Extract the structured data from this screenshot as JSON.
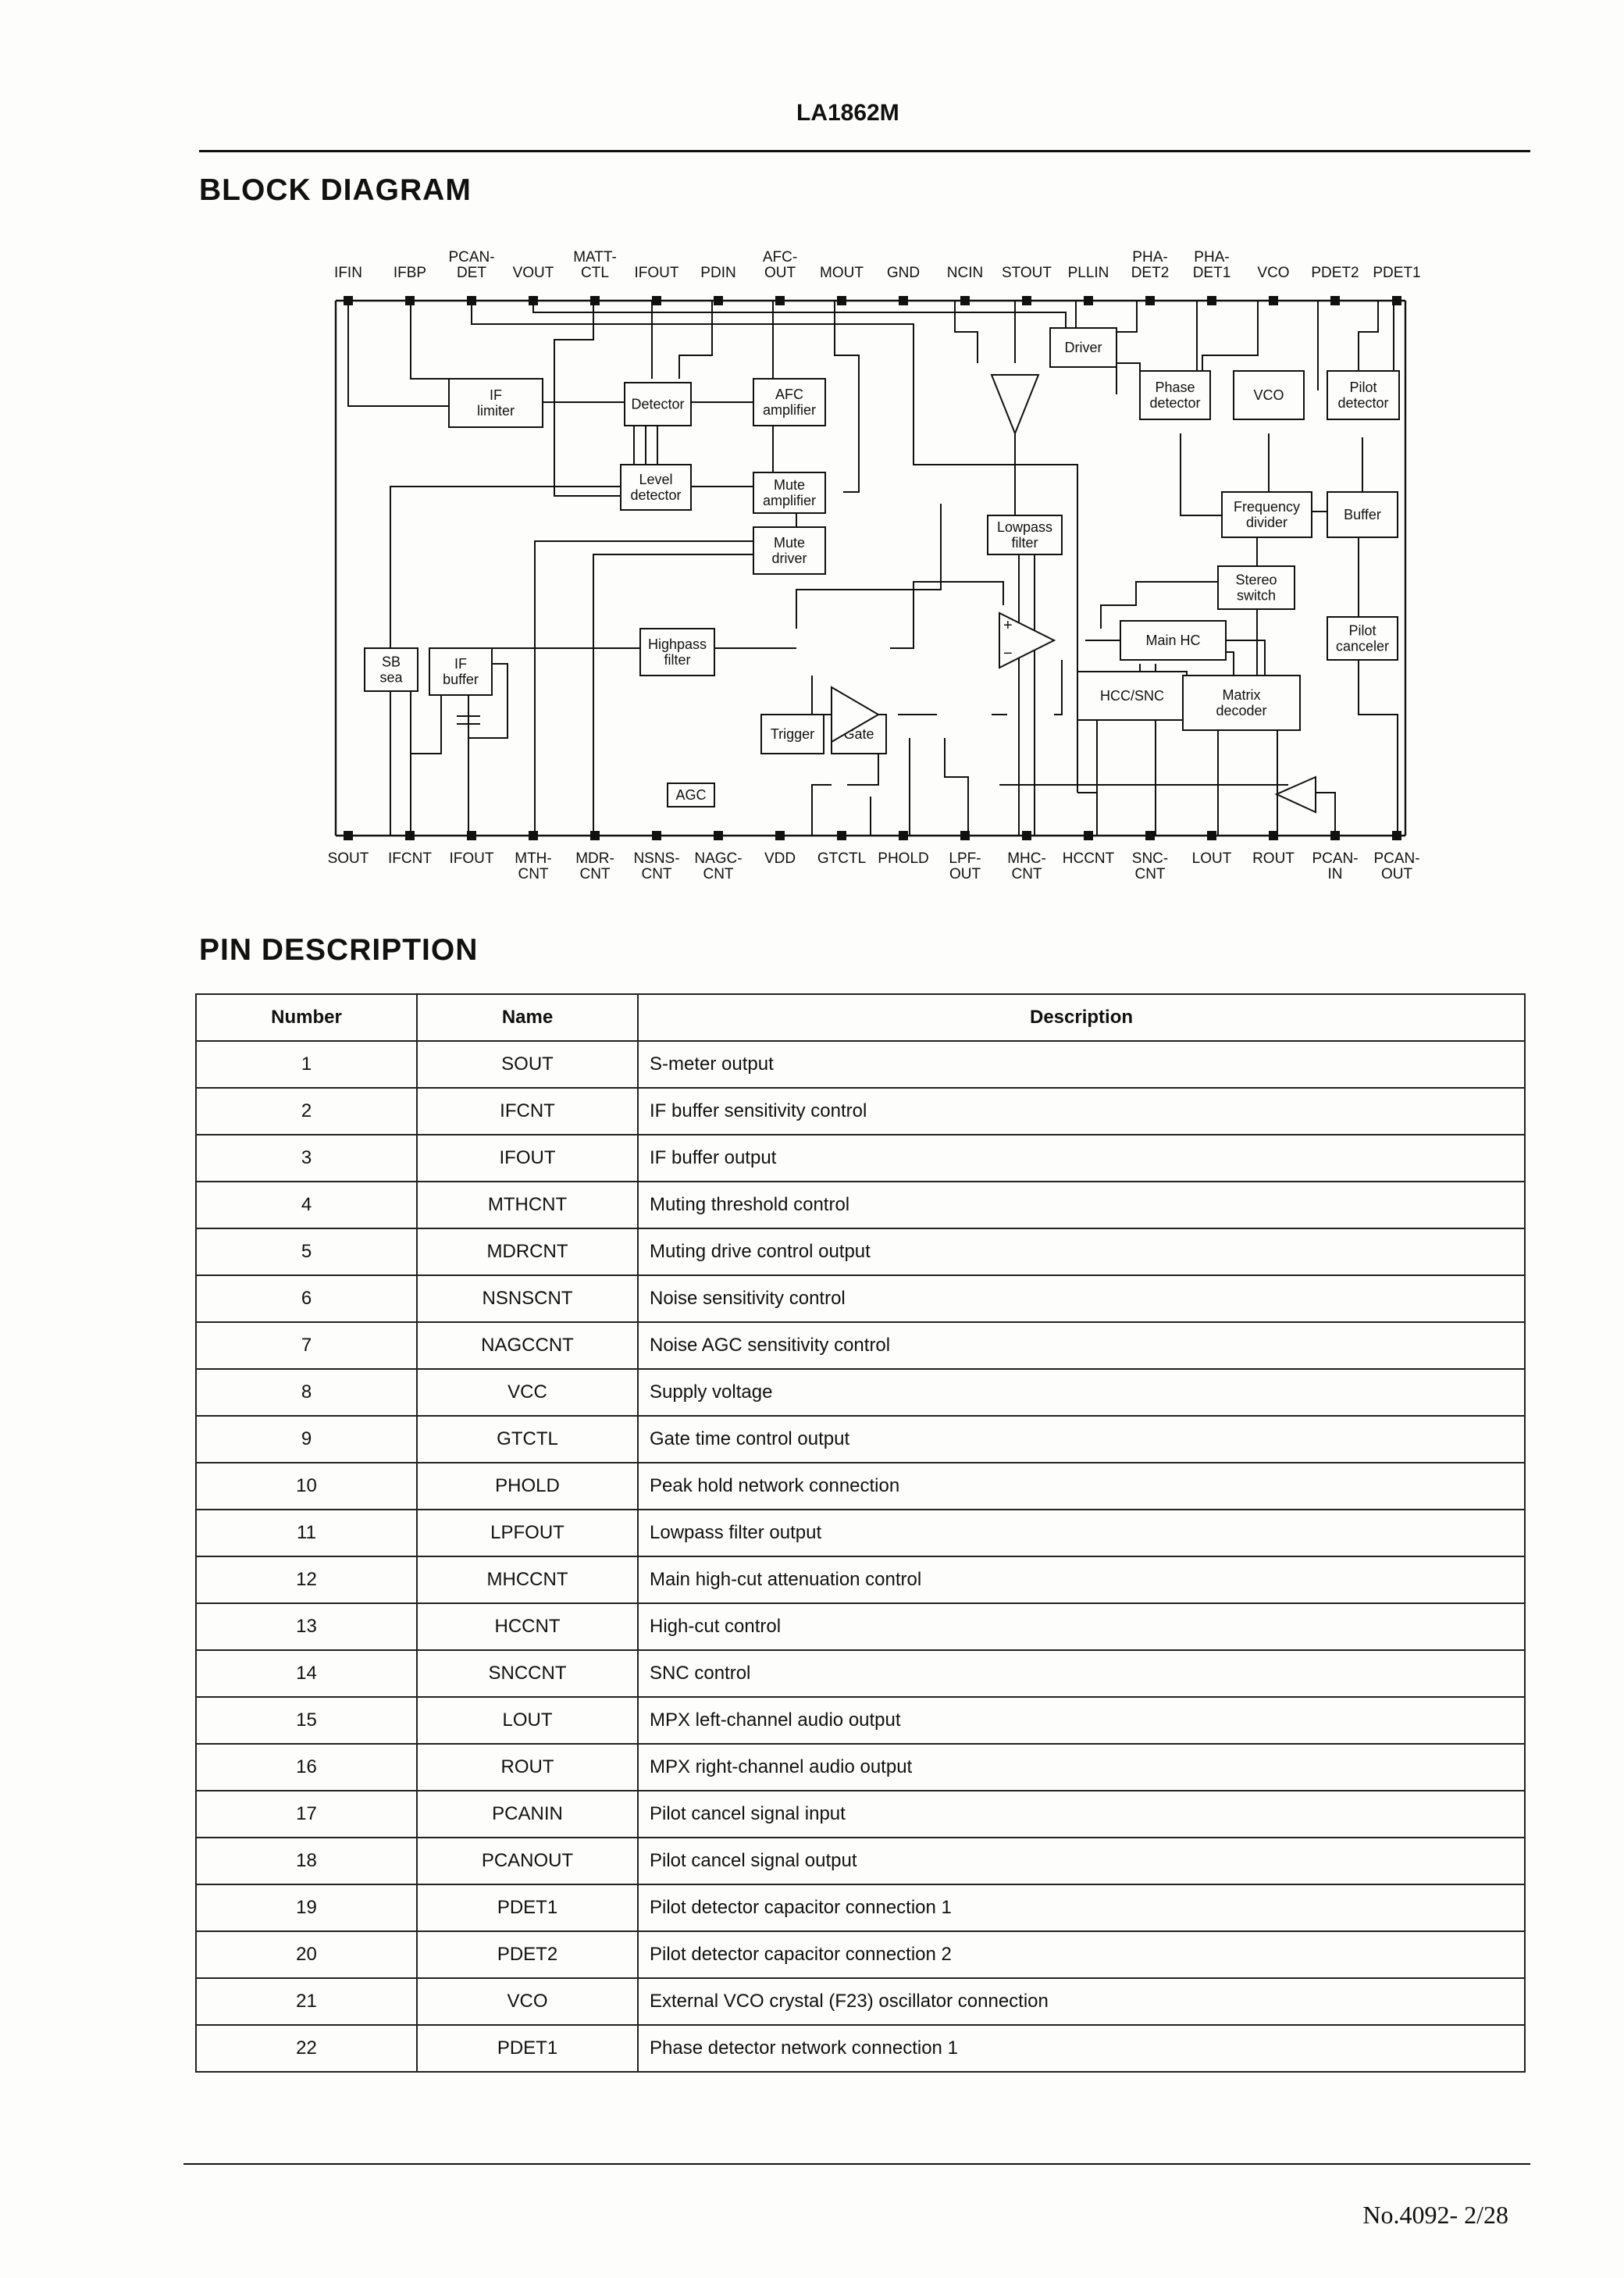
{
  "header": {
    "part": "LA1862M"
  },
  "block_diagram": {
    "title": "BLOCK DIAGRAM",
    "top_pins": [
      {
        "l1": "",
        "l2": "IFIN"
      },
      {
        "l1": "",
        "l2": "IFBP"
      },
      {
        "l1": "PCAN-",
        "l2": "DET"
      },
      {
        "l1": "",
        "l2": "VOUT"
      },
      {
        "l1": "MATT-",
        "l2": "CTL"
      },
      {
        "l1": "",
        "l2": "IFOUT"
      },
      {
        "l1": "",
        "l2": "PDIN"
      },
      {
        "l1": "AFC-",
        "l2": "OUT"
      },
      {
        "l1": "",
        "l2": "MOUT"
      },
      {
        "l1": "",
        "l2": "GND"
      },
      {
        "l1": "",
        "l2": "NCIN"
      },
      {
        "l1": "",
        "l2": "STOUT"
      },
      {
        "l1": "",
        "l2": "PLLIN"
      },
      {
        "l1": "PHA-",
        "l2": "DET2"
      },
      {
        "l1": "PHA-",
        "l2": "DET1"
      },
      {
        "l1": "",
        "l2": "VCO"
      },
      {
        "l1": "",
        "l2": "PDET2"
      },
      {
        "l1": "",
        "l2": "PDET1"
      }
    ],
    "bottom_pins": [
      {
        "l1": "SOUT",
        "l2": ""
      },
      {
        "l1": "IFCNT",
        "l2": ""
      },
      {
        "l1": "IFOUT",
        "l2": ""
      },
      {
        "l1": "MTH-",
        "l2": "CNT"
      },
      {
        "l1": "MDR-",
        "l2": "CNT"
      },
      {
        "l1": "NSNS-",
        "l2": "CNT"
      },
      {
        "l1": "NAGC-",
        "l2": "CNT"
      },
      {
        "l1": "VDD",
        "l2": ""
      },
      {
        "l1": "GTCTL",
        "l2": ""
      },
      {
        "l1": "PHOLD",
        "l2": ""
      },
      {
        "l1": "LPF-",
        "l2": "OUT"
      },
      {
        "l1": "MHC-",
        "l2": "CNT"
      },
      {
        "l1": "HCCNT",
        "l2": ""
      },
      {
        "l1": "SNC-",
        "l2": "CNT"
      },
      {
        "l1": "LOUT",
        "l2": ""
      },
      {
        "l1": "ROUT",
        "l2": ""
      },
      {
        "l1": "PCAN-",
        "l2": "IN"
      },
      {
        "l1": "PCAN-",
        "l2": "OUT"
      }
    ],
    "blocks": {
      "if_limiter": [
        "IF",
        "limiter"
      ],
      "detector": [
        "Detector"
      ],
      "afc_amp": [
        "AFC",
        "amplifier"
      ],
      "level_det": [
        "Level",
        "detector"
      ],
      "mute_amp": [
        "Mute",
        "amplifier"
      ],
      "mute_driver": [
        "Mute",
        "driver"
      ],
      "driver": [
        "Driver"
      ],
      "phase_det": [
        "Phase",
        "detector"
      ],
      "vco": [
        "VCO"
      ],
      "pilot_det": [
        "Pilot",
        "detector"
      ],
      "freq_div": [
        "Frequency",
        "divider"
      ],
      "buffer": [
        "Buffer"
      ],
      "lowpass": [
        "Lowpass",
        "filter"
      ],
      "stereo_sw": [
        "Stereo",
        "switch"
      ],
      "pilot_canc": [
        "Pilot",
        "canceler"
      ],
      "sb_sea": [
        "SB",
        "sea"
      ],
      "if_buffer": [
        "IF",
        "buffer"
      ],
      "highpass": [
        "Highpass",
        "filter"
      ],
      "main_hc": [
        "Main HC"
      ],
      "hcc_snc": [
        "HCC/SNC"
      ],
      "matrix": [
        "Matrix",
        "decoder"
      ],
      "trigger": [
        "Trigger"
      ],
      "gate": [
        "Gate"
      ],
      "agc": [
        "AGC"
      ]
    }
  },
  "pin_description": {
    "title": "PIN DESCRIPTION",
    "columns": [
      "Number",
      "Name",
      "Description"
    ],
    "rows": [
      [
        "1",
        "SOUT",
        "S-meter output"
      ],
      [
        "2",
        "IFCNT",
        "IF buffer sensitivity control"
      ],
      [
        "3",
        "IFOUT",
        "IF buffer output"
      ],
      [
        "4",
        "MTHCNT",
        "Muting threshold control"
      ],
      [
        "5",
        "MDRCNT",
        "Muting drive control output"
      ],
      [
        "6",
        "NSNSCNT",
        "Noise sensitivity control"
      ],
      [
        "7",
        "NAGCCNT",
        "Noise AGC sensitivity control"
      ],
      [
        "8",
        "VCC",
        "Supply voltage"
      ],
      [
        "9",
        "GTCTL",
        "Gate time control output"
      ],
      [
        "10",
        "PHOLD",
        "Peak hold network connection"
      ],
      [
        "11",
        "LPFOUT",
        "Lowpass filter output"
      ],
      [
        "12",
        "MHCCNT",
        "Main high-cut attenuation control"
      ],
      [
        "13",
        "HCCNT",
        "High-cut control"
      ],
      [
        "14",
        "SNCCNT",
        "SNC control"
      ],
      [
        "15",
        "LOUT",
        "MPX left-channel audio output"
      ],
      [
        "16",
        "ROUT",
        "MPX right-channel audio output"
      ],
      [
        "17",
        "PCANIN",
        "Pilot cancel signal input"
      ],
      [
        "18",
        "PCANOUT",
        "Pilot cancel signal output"
      ],
      [
        "19",
        "PDET1",
        "Pilot detector capacitor connection 1"
      ],
      [
        "20",
        "PDET2",
        "Pilot detector capacitor connection 2"
      ],
      [
        "21",
        "VCO",
        "External VCO crystal (F23) oscillator connection"
      ],
      [
        "22",
        "PDET1",
        "Phase detector network connection 1"
      ]
    ]
  },
  "footer": {
    "page": "No.4092- 2/28"
  }
}
